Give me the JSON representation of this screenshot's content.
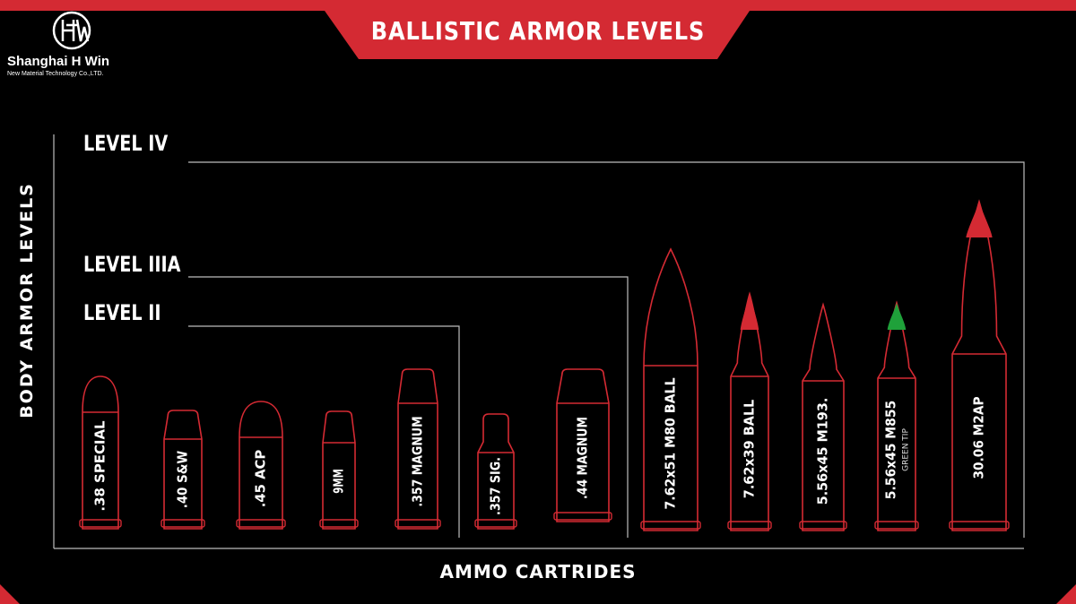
{
  "header": {
    "title": "BALLISTIC ARMOR LEVELS",
    "accent_color": "#d42a33"
  },
  "logo": {
    "name": "Shanghai H Win",
    "subtitle": "New Material Technology Co.,LTD.",
    "mark_icon": "hw-monogram-icon"
  },
  "axes": {
    "y_label": "BODY ARMOR LEVELS",
    "x_label": "AMMO CARTRIDES"
  },
  "levels": [
    {
      "label": "LEVEL II"
    },
    {
      "label": "LEVEL IIIA"
    },
    {
      "label": "LEVEL IV"
    }
  ],
  "cartridges": [
    {
      "label": ".38 SPECIAL",
      "type": "pistol-round",
      "level": "LEVEL II"
    },
    {
      "label": ".40 S&W",
      "type": "pistol-flat",
      "level": "LEVEL II"
    },
    {
      "label": ".45 ACP",
      "type": "pistol-round",
      "level": "LEVEL II"
    },
    {
      "label": "9MM",
      "type": "pistol-flat",
      "level": "LEVEL II"
    },
    {
      "label": ".357 MAGNUM",
      "type": "pistol-flat",
      "level": "LEVEL II"
    },
    {
      "label": ".357 SIG.",
      "type": "pistol-bottleneck",
      "level": "LEVEL IIIA"
    },
    {
      "label": ".44 MAGNUM",
      "type": "pistol-flat",
      "level": "LEVEL IIIA"
    },
    {
      "label": "7.62x51 M80 BALL",
      "type": "rifle-wide",
      "level": "LEVEL IV"
    },
    {
      "label": "7.62x39 BALL",
      "type": "rifle",
      "level": "LEVEL IV",
      "tip_color": "#d42a33"
    },
    {
      "label": "5.56x45 M193.",
      "type": "rifle",
      "level": "LEVEL IV"
    },
    {
      "label": "5.56x45 M855",
      "sublabel": "GREEN TIP",
      "type": "rifle",
      "level": "LEVEL IV",
      "tip_color": "#1fa13a"
    },
    {
      "label": "30.06 M2AP",
      "type": "rifle-wide",
      "level": "LEVEL IV",
      "tip_color": "#d42a33"
    }
  ],
  "colors": {
    "outline": "#d42a33",
    "bracket": "#bdbdbd",
    "background": "#000000"
  }
}
